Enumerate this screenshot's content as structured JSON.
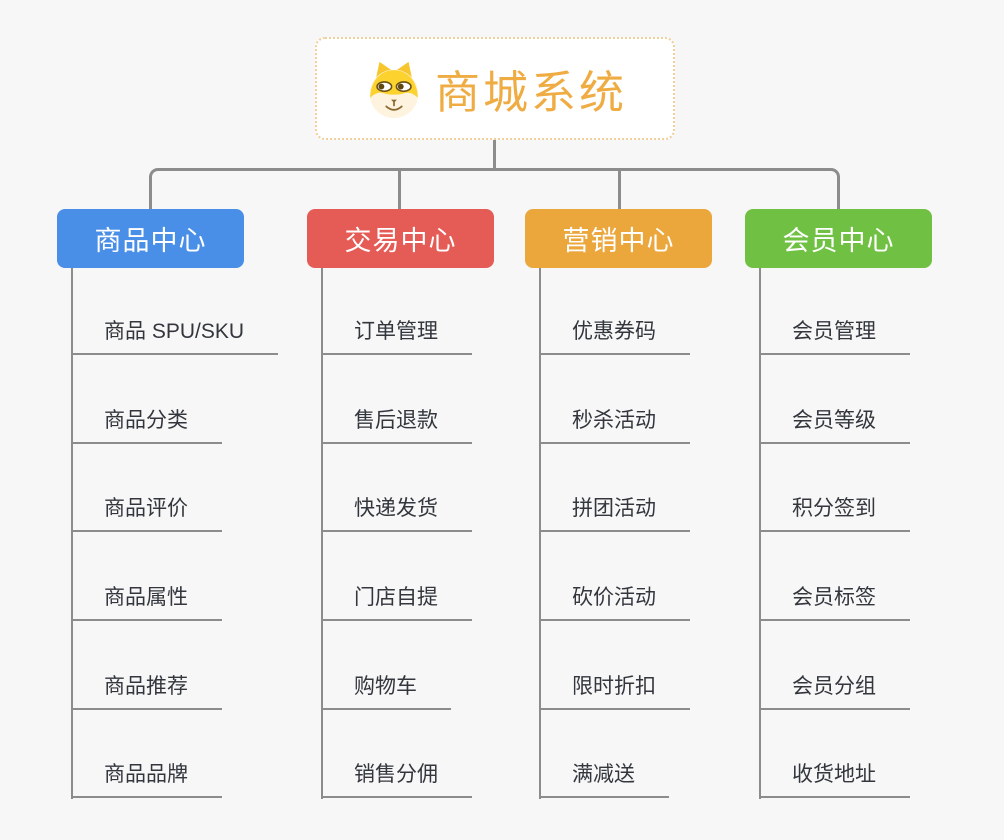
{
  "root": {
    "title": "商城系统",
    "icon": "shiba-dog-icon",
    "accent_color": "#efac43",
    "border_color": "#f0cf9a"
  },
  "connector_color": "#8c8c8c",
  "item_text_color": "#33373d",
  "background_color": "#f7f7f7",
  "branches": [
    {
      "label": "商品中心",
      "color": "#4a8fe7",
      "items": [
        "商品 SPU/SKU",
        "商品分类",
        "商品评价",
        "商品属性",
        "商品推荐",
        "商品品牌"
      ]
    },
    {
      "label": "交易中心",
      "color": "#e55c57",
      "items": [
        "订单管理",
        "售后退款",
        "快递发货",
        "门店自提",
        "购物车",
        "销售分佣"
      ]
    },
    {
      "label": "营销中心",
      "color": "#eba63c",
      "items": [
        "优惠券码",
        "秒杀活动",
        "拼团活动",
        "砍价活动",
        "限时折扣",
        "满减送"
      ]
    },
    {
      "label": "会员中心",
      "color": "#70c143",
      "items": [
        "会员管理",
        "会员等级",
        "积分签到",
        "会员标签",
        "会员分组",
        "收货地址"
      ]
    }
  ]
}
